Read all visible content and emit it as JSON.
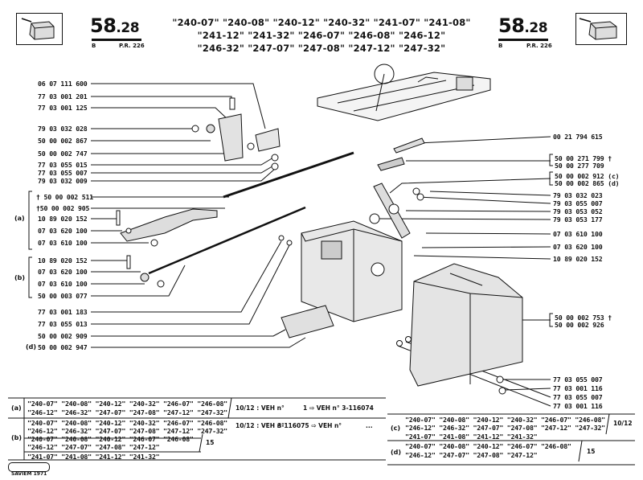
{
  "header": {
    "page_number_main": "58",
    "page_number_sub": ".28",
    "section_letter": "B",
    "pr_ref": "P.R. 226",
    "models_line1": "\"240-07\" \"240-08\" \"240-12\" \"240-32\" \"241-07\" \"241-08\"",
    "models_line2": "\"241-12\" \"241-32\" \"246-07\" \"246-08\" \"246-12\"",
    "models_line3": "\"246-32\" \"247-07\" \"247-08\" \"247-12\" \"247-32\""
  },
  "left_refs": [
    "06 07 111 600",
    "77 03 001 201",
    "77 03 001 125",
    "79 03 032 028",
    "50 00 002 867",
    "50 00 002 747",
    "77 03 055 015",
    "77 03 055 007",
    "79 03 032 009",
    "† 50 00 002 511",
    "†50 00 002 905",
    "10 89 020 152",
    "07 03 620 100",
    "07 03 610 100",
    "10 89 020 152",
    "07 03 620 100",
    "07 03 610 100",
    "50 00 003 077",
    "77 03 001 183",
    "77 03 055 013",
    "50 00 002 909",
    "50 00 002 947"
  ],
  "group_labels": {
    "a": "(a)",
    "b": "(b)",
    "d": "(d)"
  },
  "right_refs": [
    "00 21 794 615",
    "50 00 271 799 †",
    "50 00 277 709",
    "50 00 002 912 (c)",
    "50 00 002 865 (d)",
    "79 03 032 023",
    "79 03 055 007",
    "79 03 053 052",
    "79 03 053 177",
    "07 03 610 100",
    "07 03 620 100",
    "10 89 020 152",
    "50 00 002 753 †",
    "50 00 002 926",
    "77 03 055 007",
    "77 03 001 116",
    "77 03 055 007",
    "77 03 001 116"
  ],
  "table_left": {
    "a_label": "(a)",
    "a_line1": "\"240-07\" \"240-08\" \"240-12\" \"240-32\" \"246-07\" \"246-08\"",
    "a_line2": "\"246-12\" \"246-32\" \"247-07\" \"247-08\" \"247-12\" \"247-32\"",
    "a_cond": "10/12 : VEH n°",
    "a_range": "1 ⇨ VEH n° 3-116074",
    "b_label": "(b)",
    "b_line1": "\"240-07\" \"240-08\" \"240-12\" \"240-32\" \"246-07\" \"246-08\"",
    "b_line2": "\"246-12\" \"246-32\" \"247-07\" \"247-08\" \"247-12\" \"247-32\"",
    "b_cond": "10/12 : VEH n°",
    "b_range": "3-116075 ⇨ VEH n°",
    "b_dots": "...",
    "b_line3": "\"240-07\" \"240-08\" \"240-12\" \"246-07\" \"246-08\"",
    "b_line4": "\"246-12\" \"247-07\" \"247-08\" \"247-12\"",
    "b_num": "15",
    "b_line5": "\"241-07\" \"241-08\" \"241-12\" \"241-32\""
  },
  "table_right": {
    "c_label": "(c)",
    "c_line1": "\"240-07\" \"240-08\" \"240-12\" \"240-32\" \"246-07\" \"246-08\"",
    "c_line2": "\"246-12\" \"246-32\" \"247-07\" \"247-08\" \"247-12\" \"247-32\"",
    "c_line3": "\"241-07\" \"241-08\" \"241-12\" \"241-32\"",
    "c_num": "10/12",
    "d_label": "(d)",
    "d_line1": "\"240-07\" \"240-08\" \"240-12\" \"246-07\" \"246-08\"",
    "d_line2": "\"246-12\" \"247-07\" \"247-08\" \"247-12\"",
    "d_num": "15"
  },
  "footer": {
    "copyright": "SAVIEM 1971"
  }
}
